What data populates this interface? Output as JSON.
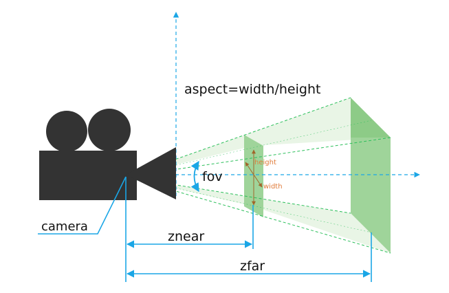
{
  "labels": {
    "aspect": "aspect=width/height",
    "fov": "fov",
    "camera": "camera",
    "znear": "znear",
    "zfar": "zfar",
    "height": "height",
    "width": "width"
  },
  "colors": {
    "camera_body": "#333333",
    "blue_arrow": "#1aa6e6",
    "green_dash": "#2bbf5a",
    "plane_fill": "#9fd49a",
    "plane_dark": "#86c87f",
    "frustum_fill": "#e7f4e3",
    "orange_text": "#e07b39",
    "brown_arrow": "#a0662a"
  },
  "icons": [
    "camera-icon",
    "vertical-axis-arrow",
    "horizontal-axis-arrow",
    "fov-arc-icon"
  ]
}
